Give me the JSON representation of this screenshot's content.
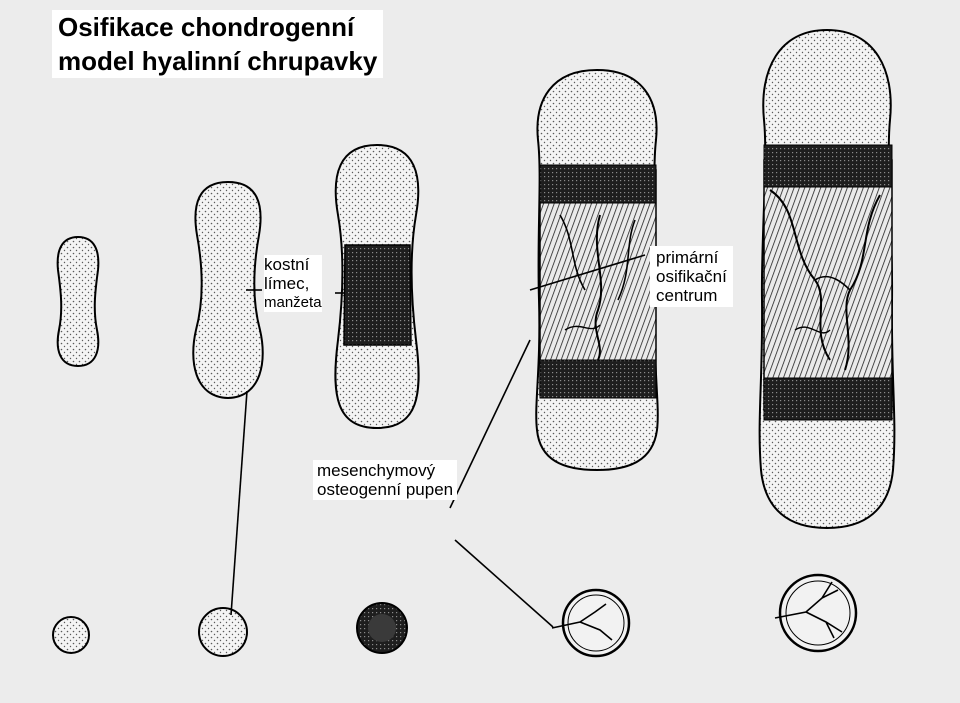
{
  "title": {
    "line1": "Osifikace chondrogenní",
    "line2": "model hyalinní chrupavky"
  },
  "labels": {
    "kostni_limec_line1": "kostní",
    "kostni_limec_line2": "límec,",
    "kostni_limec_line3": "manžeta",
    "primarni_line1": "primární",
    "primarni_line2": "osifikační",
    "primarni_line3": "centrum",
    "mesenchym_line1": "mesenchymový",
    "mesenchym_line2": "osteogenní pupen"
  },
  "colors": {
    "cartilage_dot": "#6a6a6a",
    "bone_dark": "#1e1e1e",
    "line": "#000000",
    "page_background": "#ececec"
  }
}
